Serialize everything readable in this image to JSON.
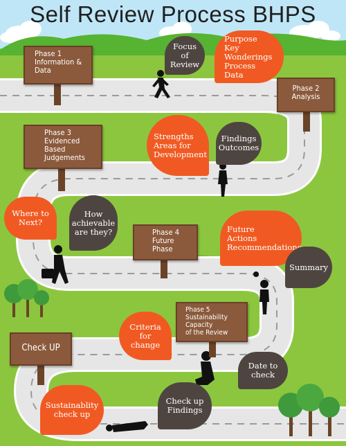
{
  "title": "Self Review Process BHPS",
  "colors": {
    "sky": "#bfe6f6",
    "grass": "#8cc63f",
    "road": "#e8e8e8",
    "orange": "#f05a22",
    "dark_bubble": "#4e4540",
    "sign": "#8b5a3c",
    "post": "#6b4427"
  },
  "signs": [
    {
      "lines": [
        "Phase 1",
        "Information &",
        "Data"
      ]
    },
    {
      "lines": [
        "Phase 2",
        "Analysis"
      ]
    },
    {
      "lines": [
        "Phase 3",
        "Evidenced",
        "Based",
        "Judgements"
      ]
    },
    {
      "lines": [
        "Phase 4",
        "Future",
        "Phase"
      ]
    },
    {
      "lines": [
        "Phase 5",
        "Sustainability",
        "Capacity",
        "of the Review"
      ]
    },
    {
      "lines": [
        "Check UP"
      ]
    }
  ],
  "bubbles": [
    {
      "lines": [
        "Focus",
        "of",
        "Review"
      ]
    },
    {
      "lines": [
        "Purpose",
        "Key Wonderings",
        "Process",
        "Data"
      ]
    },
    {
      "lines": [
        "Strengths",
        "Areas for",
        "Development"
      ]
    },
    {
      "lines": [
        "Findings",
        "Outcomes"
      ]
    },
    {
      "lines": [
        "Where to",
        "Next?"
      ]
    },
    {
      "lines": [
        "How",
        "achievable",
        "are they?"
      ]
    },
    {
      "lines": [
        "Future",
        "Actions",
        "Recommendations"
      ]
    },
    {
      "lines": [
        "Summary"
      ]
    },
    {
      "lines": [
        "Criteria",
        "for",
        "change"
      ]
    },
    {
      "lines": [
        "Date to",
        "check"
      ]
    },
    {
      "lines": [
        "Sustainablity",
        "check up"
      ]
    },
    {
      "lines": [
        "Check up",
        "Findings"
      ]
    }
  ]
}
